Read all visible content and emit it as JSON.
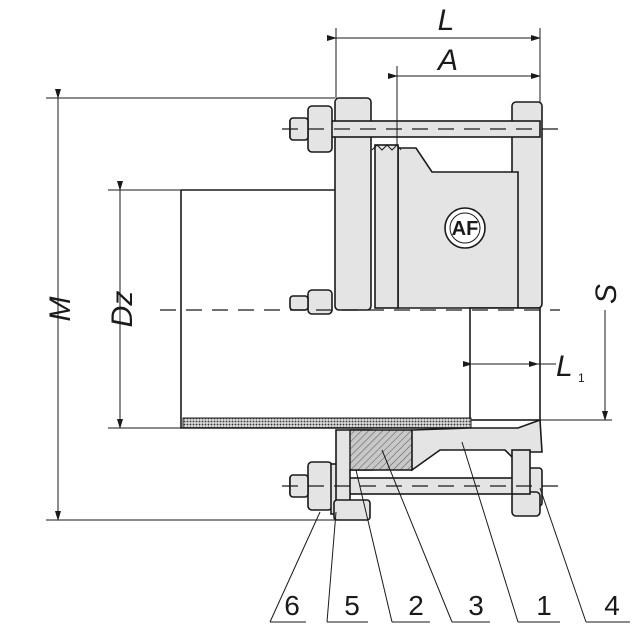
{
  "dimensions": {
    "length_total": "L",
    "length_a": "A",
    "outer_diameter": "M",
    "pipe_diameter": "Dz",
    "stroke": "S",
    "insertion_depth_main": "L",
    "insertion_depth_sub": "1"
  },
  "parts": [
    "6",
    "5",
    "2",
    "3",
    "1",
    "4"
  ],
  "logo_text": "AF"
}
